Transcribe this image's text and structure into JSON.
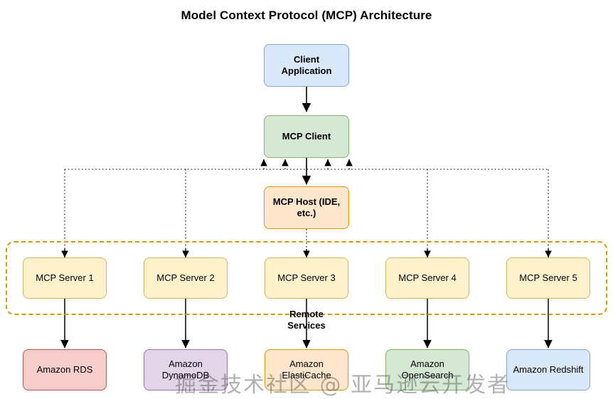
{
  "title": "Model Context Protocol (MCP) Architecture",
  "watermark": "掘金技术社区 @ 亚马逊云开发者",
  "nodes": {
    "client_application": {
      "label": "Client\nApplication",
      "fill": "#dae8fc",
      "stroke": "#7ea6e0"
    },
    "mcp_client": {
      "label": "MCP Client",
      "fill": "#d5e8d4",
      "stroke": "#82b366"
    },
    "mcp_host": {
      "label": "MCP Host (IDE,\netc.)",
      "fill": "#ffe6cc",
      "stroke": "#d79b00"
    }
  },
  "zone": {
    "label": "Remote\nServices",
    "stroke": "#d79b00"
  },
  "servers": [
    {
      "label": "MCP Server 1",
      "fill": "#fff2cc",
      "stroke": "#d6b656"
    },
    {
      "label": "MCP Server 2",
      "fill": "#fff2cc",
      "stroke": "#d6b656"
    },
    {
      "label": "MCP Server 3",
      "fill": "#fff2cc",
      "stroke": "#d6b656"
    },
    {
      "label": "MCP Server 4",
      "fill": "#fff2cc",
      "stroke": "#d6b656"
    },
    {
      "label": "MCP Server 5",
      "fill": "#fff2cc",
      "stroke": "#d6b656"
    }
  ],
  "services": [
    {
      "label": "Amazon RDS",
      "fill": "#f8cecc",
      "stroke": "#b85450"
    },
    {
      "label": "Amazon DynamoDB",
      "fill": "#e1d5e7",
      "stroke": "#9673a6"
    },
    {
      "label": "Amazon ElastiCache",
      "fill": "#ffe6cc",
      "stroke": "#d79b00"
    },
    {
      "label": "Amazon\nOpenSearch",
      "fill": "#d5e8d4",
      "stroke": "#82b366"
    },
    {
      "label": "Amazon Redshift",
      "fill": "#dae8fc",
      "stroke": "#7ea6e0"
    }
  ],
  "connector_colors": {
    "solid": "#000000",
    "dotted": "#000000"
  }
}
